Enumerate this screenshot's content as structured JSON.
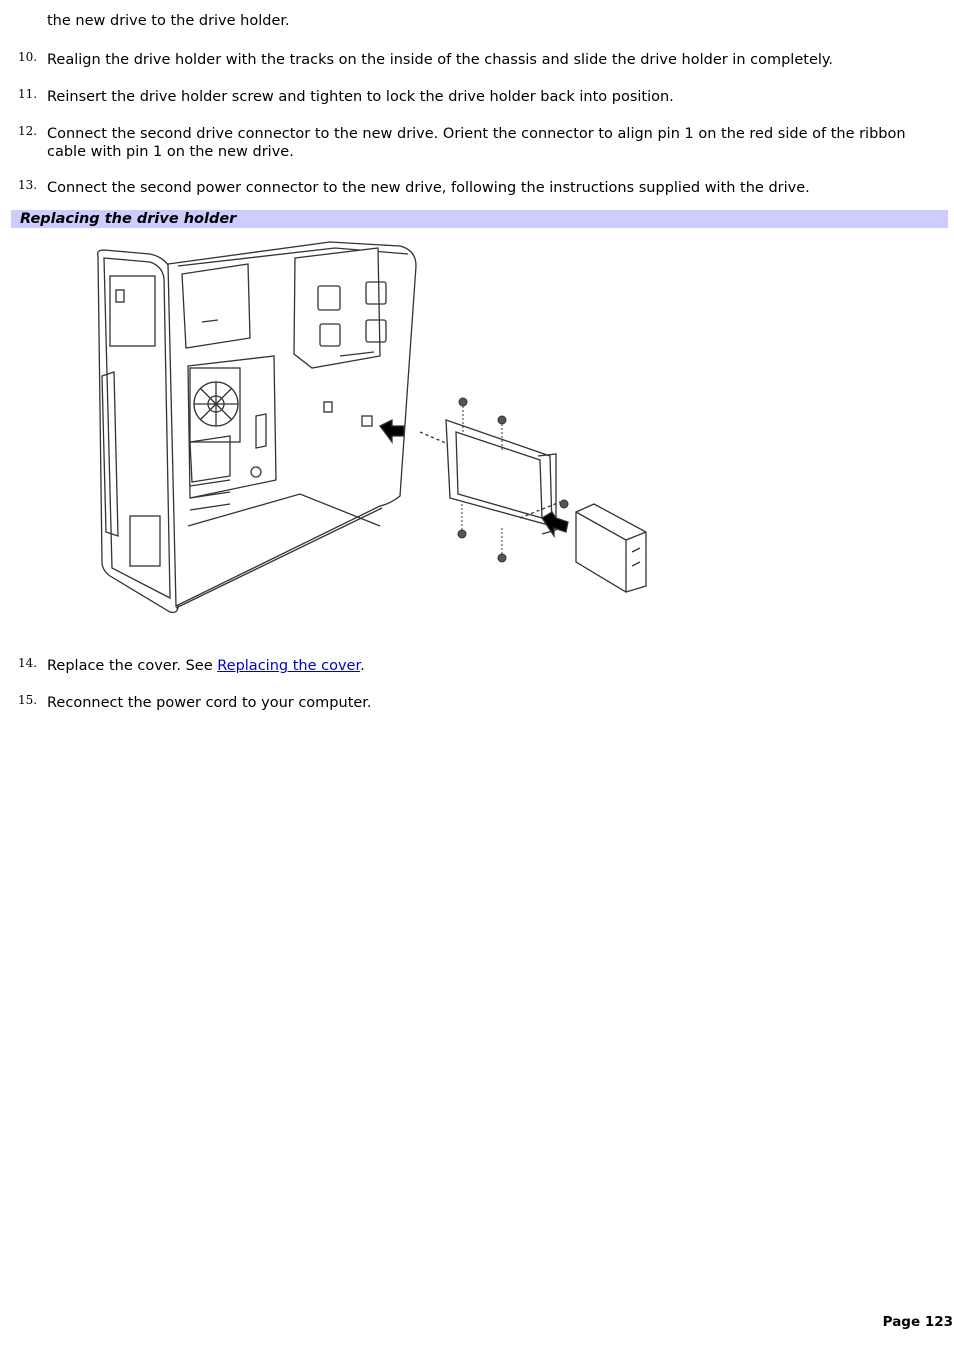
{
  "intro_text": "the new drive to the drive holder.",
  "steps_before": [
    {
      "number": "10.",
      "text": "Realign the drive holder with the tracks on the inside of the chassis and slide the drive holder in completely."
    },
    {
      "number": "11.",
      "text": "Reinsert the drive holder screw and tighten to lock the drive holder back into position."
    },
    {
      "number": "12.",
      "text": "Connect the second drive connector to the new drive. Orient the connector to align pin 1 on the red side of the ribbon cable with pin 1 on the new drive."
    },
    {
      "number": "13.",
      "text": "Connect the second power connector to the new drive, following the instructions supplied with the drive."
    }
  ],
  "section_title": "Replacing the drive holder",
  "figure": {
    "icon": "computer-chassis-drive-holder-illustration"
  },
  "steps_after": [
    {
      "number": "14.",
      "text_before": "Replace the cover. See ",
      "link": "Replacing the cover",
      "text_after": "."
    },
    {
      "number": "15.",
      "text": "Reconnect the power cord to your computer."
    }
  ],
  "page_label": "Page 123",
  "colors": {
    "section_bar": "#ccccff",
    "link": "#0000cc"
  }
}
